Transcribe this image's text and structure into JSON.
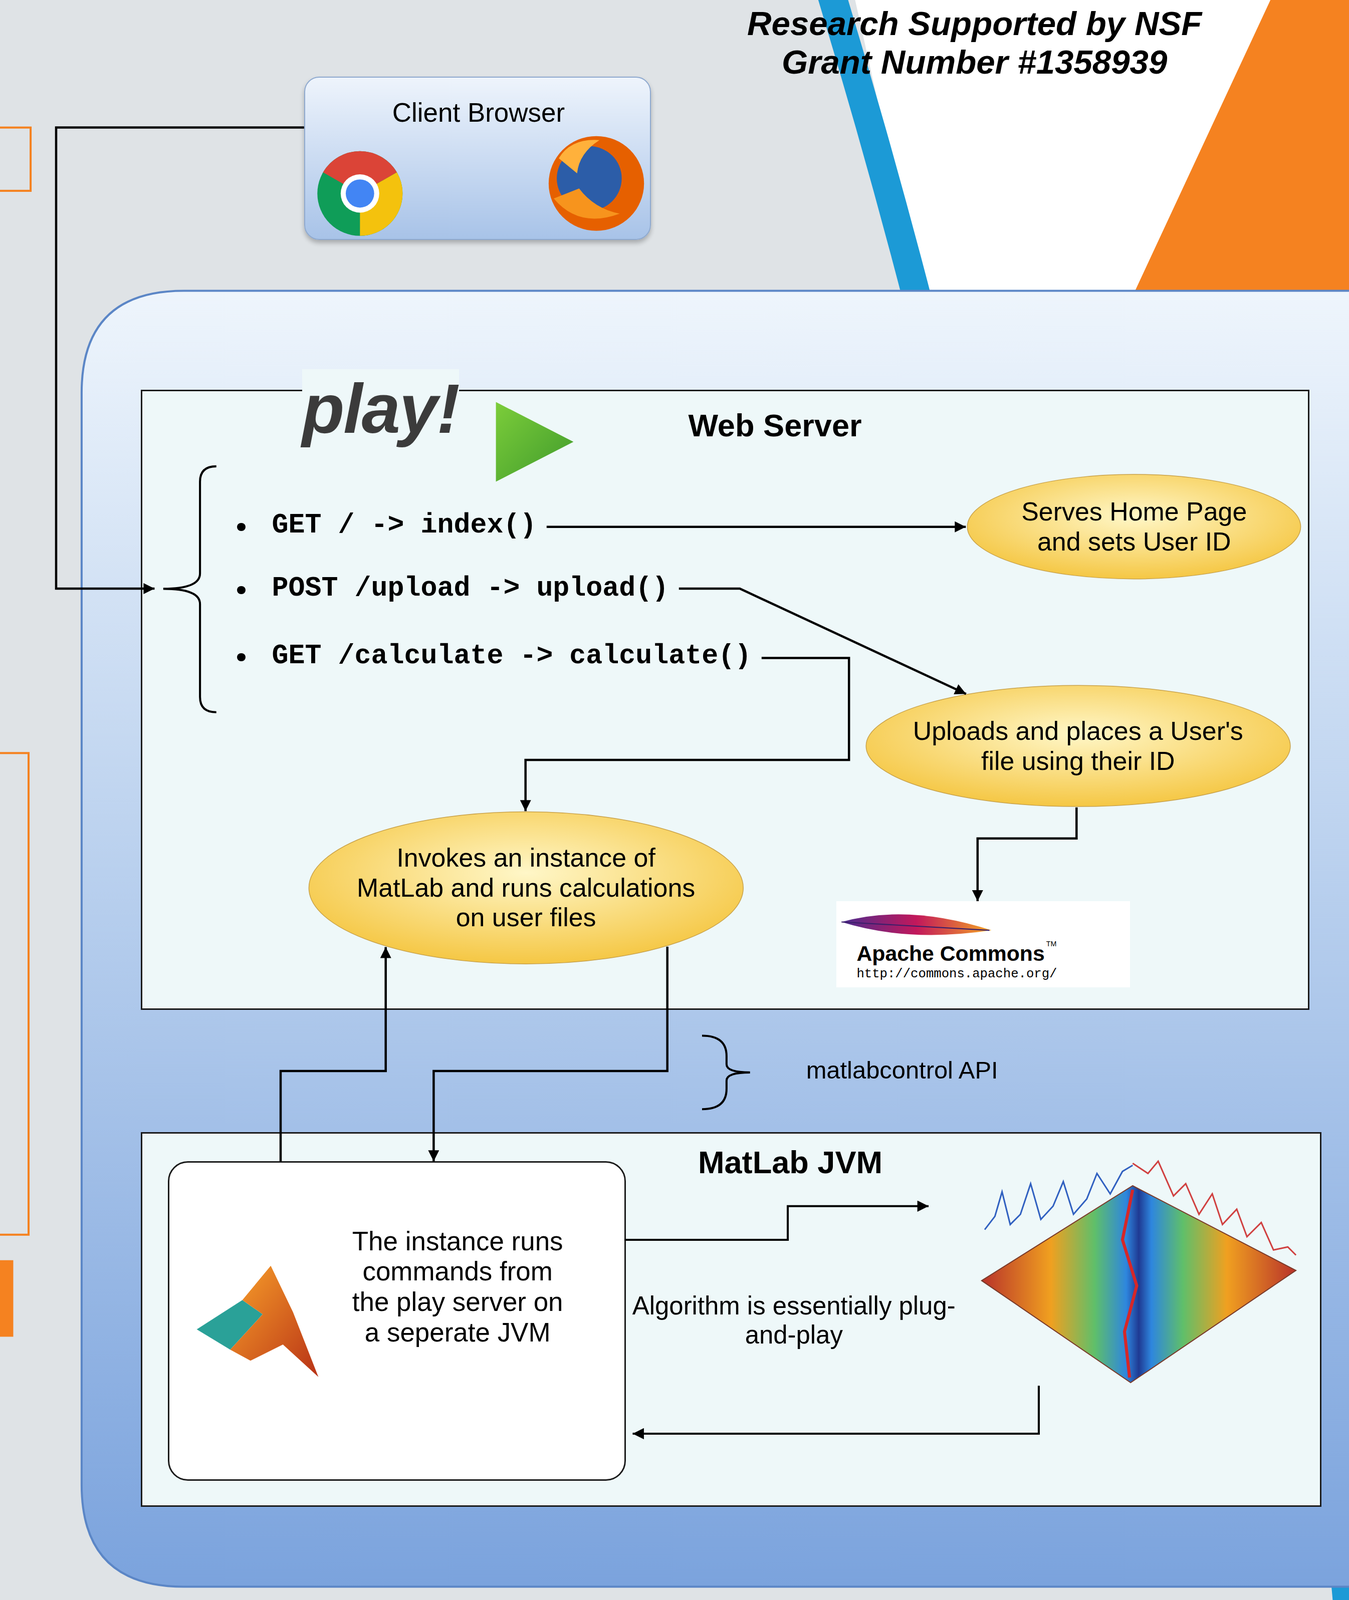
{
  "diagram": {
    "nodes": [
      {
        "text": [
          "Client Browser"
        ]
      },
      {
        "text": [
          "Web Server"
        ]
      },
      {
        "text": [
          "GET / -> index()"
        ],
        "in": 1
      },
      {
        "text": [
          "POST /upload -> upload()"
        ],
        "in": 1
      },
      {
        "text": [
          "GET /calculate -> calculate()"
        ],
        "in": 1
      },
      {
        "text": [
          "Serves Home Page and sets User ID"
        ],
        "in": 1
      },
      {
        "text": [
          "Uploads and places a User's file using their ID"
        ],
        "in": 1
      },
      {
        "text": [
          "Invokes an instance of MatLab and runs calculations on user files"
        ],
        "in": 1
      },
      {
        "text": [
          "Apache Commons",
          "TM",
          "http://commons.apache.org/"
        ],
        "in": 1
      },
      {
        "text": [
          "MatLab JVM"
        ]
      },
      {
        "text": [
          "The instance runs commands from the play server on a seperate JVM"
        ],
        "in": 9
      }
    ],
    "edges": [
      {
        "from": 0,
        "to": 3,
        "arrow": "to"
      },
      {
        "from": 2,
        "to": 5,
        "arrow": "to"
      },
      {
        "from": 3,
        "to": 6,
        "arrow": "to"
      },
      {
        "from": 4,
        "to": 7,
        "arrow": "to"
      },
      {
        "from": 6,
        "to": 8,
        "arrow": "to"
      },
      {
        "from": 7,
        "to": 10,
        "arrow": "to"
      },
      {
        "from": 10,
        "to": 7,
        "arrow": "to"
      }
    ],
    "labels": [
      "Research Supported by NSF Grant Number #1358939",
      "play!",
      "matlabcontrol API",
      "Algorithm is essentially plug-and-play"
    ]
  }
}
